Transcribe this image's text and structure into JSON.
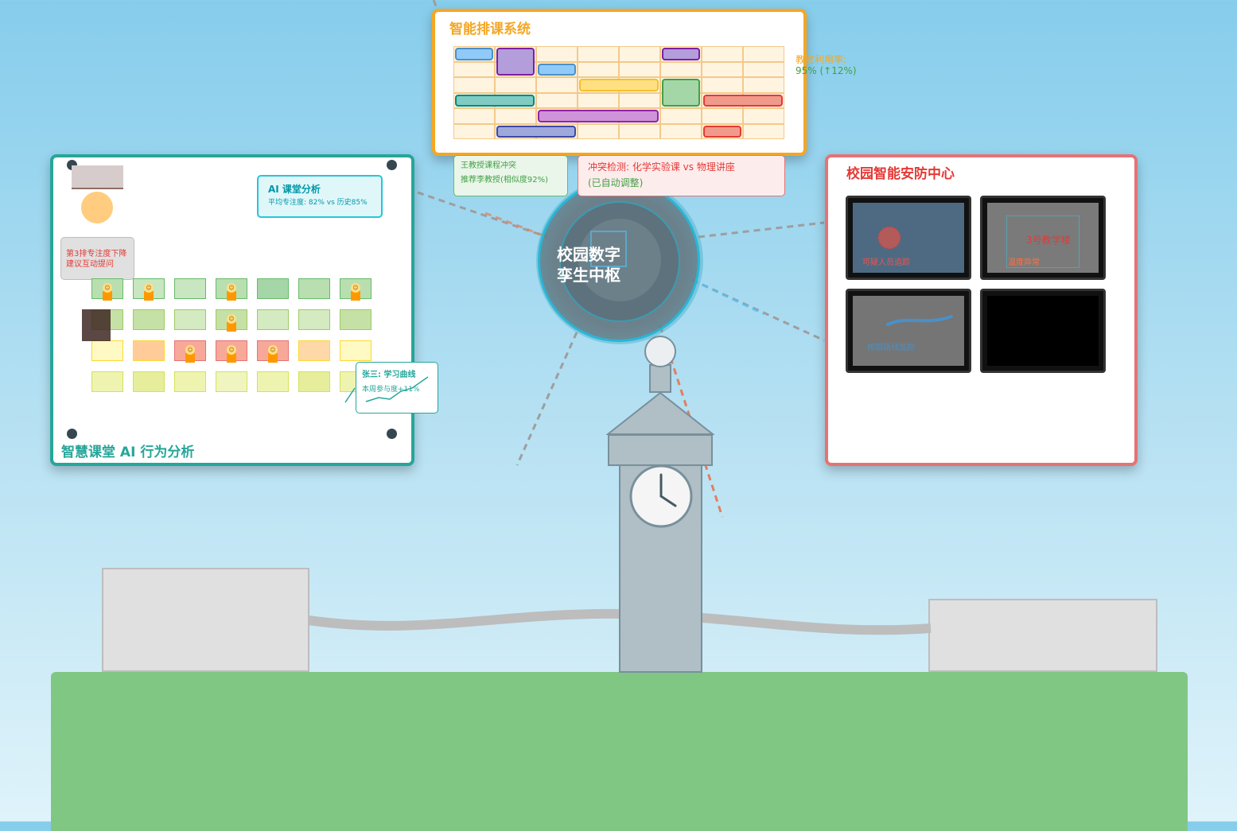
{
  "hub": {
    "line1": "校园数字",
    "line2": "孪生中枢"
  },
  "schedule": {
    "title": "智能排课系统",
    "util_label": "教室利用率:",
    "util_value": "95% (↑12%)",
    "conflict_note_1": "王教授课程冲突",
    "conflict_note_2": "推荐李教授(相似度92%)",
    "conflict_alert_1": "冲突检测: 化学实验课 vs 物理讲座",
    "conflict_alert_2": "(已自动调整)"
  },
  "classroom": {
    "title": "智慧课堂 AI 行为分析",
    "ai_title": "AI 课堂分析",
    "ai_stat": "平均专注度: 82% vs 历史85%",
    "alert_1": "第3排专注度下降",
    "alert_2": "建议互动提问",
    "curve_title": "张三: 学习曲线",
    "curve_stat": "本周参与度+11%"
  },
  "security": {
    "title": "校园智能安防中心",
    "cam1_label": "可疑人员追踪",
    "cam2_label_a": "3号教学楼",
    "cam2_label_b": "温度异常",
    "cam3_label": "校园路线监控"
  },
  "colors": {
    "schedule_accent": "#f5a623",
    "classroom_accent": "#26a69a",
    "security_accent": "#e53935",
    "hub_ring": "#29b6d6",
    "grass": "#81c784"
  },
  "icons": [
    "clock-icon",
    "smile-icon",
    "trend-line-icon",
    "projector-icon"
  ]
}
